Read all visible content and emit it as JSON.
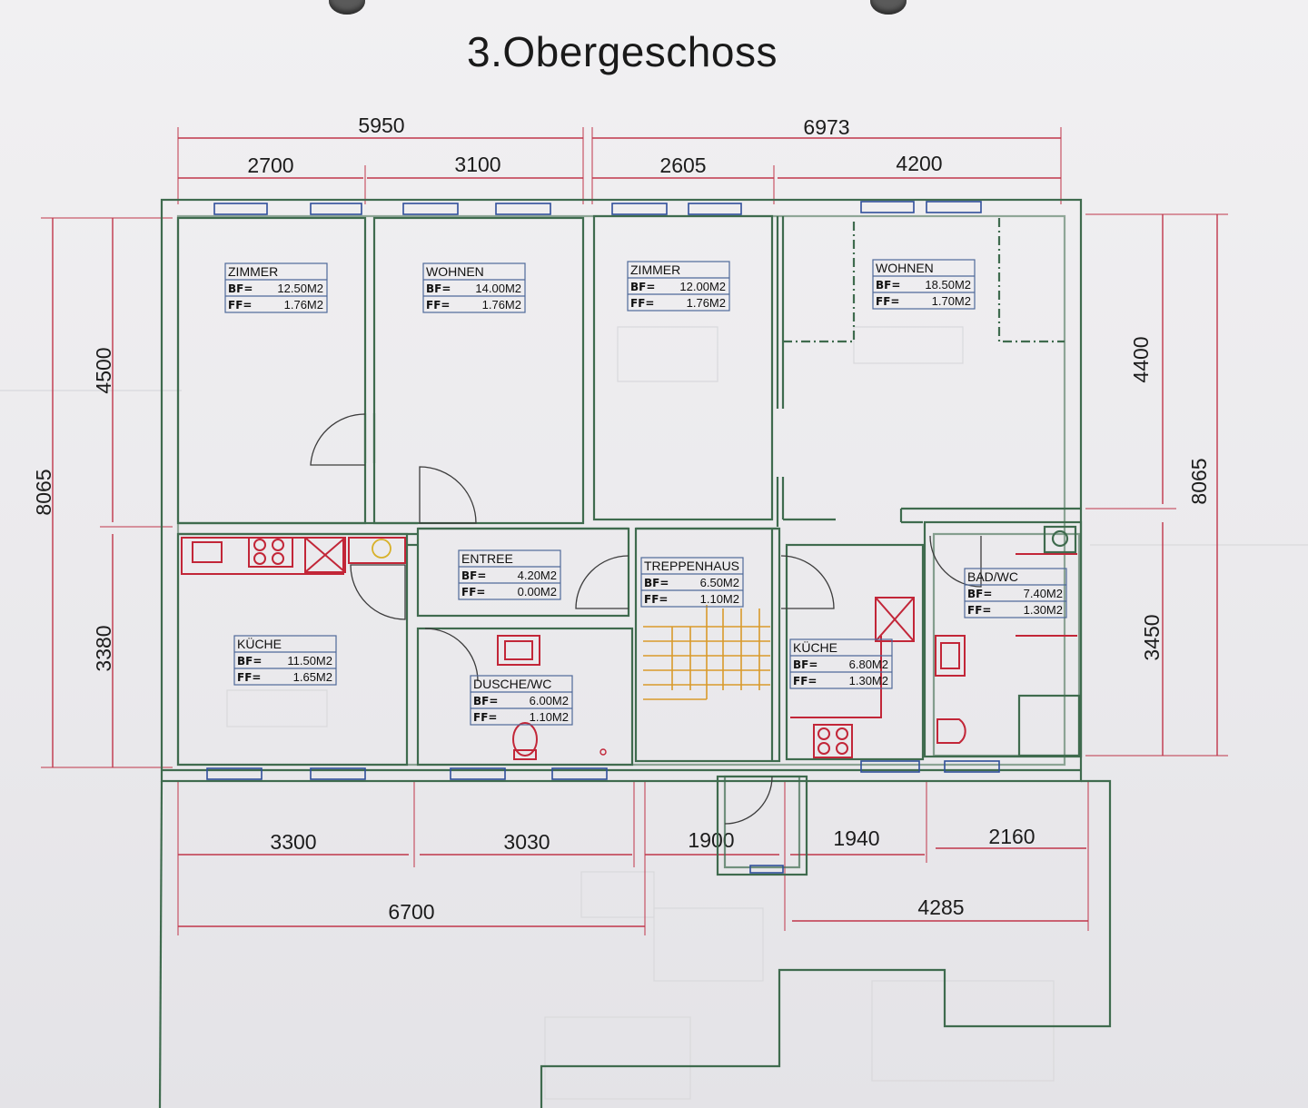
{
  "title": "3.Obergeschoss",
  "dimensions": {
    "top_total_left": "5950",
    "top_total_right": "6973",
    "top_left_1": "2700",
    "top_left_2": "3100",
    "top_right_1": "2605",
    "top_right_2": "4200",
    "bottom_1": "3300",
    "bottom_2": "3030",
    "bottom_3": "1900",
    "bottom_4": "1940",
    "bottom_5": "2160",
    "bottom_total_left": "6700",
    "bottom_total_right": "4285",
    "left_total": "8065",
    "left_upper": "4500",
    "left_lower": "3380",
    "right_total": "8065",
    "right_upper": "4400",
    "right_lower": "3450"
  },
  "rooms": [
    {
      "name": "ZIMMER",
      "bf_label": "BF=",
      "bf": "12.50M2",
      "ff_label": "FF=",
      "ff": "1.76M2"
    },
    {
      "name": "WOHNEN",
      "bf_label": "BF=",
      "bf": "14.00M2",
      "ff_label": "FF=",
      "ff": "1.76M2"
    },
    {
      "name": "ZIMMER",
      "bf_label": "BF=",
      "bf": "12.00M2",
      "ff_label": "FF=",
      "ff": "1.76M2"
    },
    {
      "name": "WOHNEN",
      "bf_label": "BF=",
      "bf": "18.50M2",
      "ff_label": "FF=",
      "ff": "1.70M2"
    },
    {
      "name": "ENTREE",
      "bf_label": "BF=",
      "bf": "4.20M2",
      "ff_label": "FF=",
      "ff": "0.00M2"
    },
    {
      "name": "TREPPENHAUS",
      "bf_label": "BF=",
      "bf": "6.50M2",
      "ff_label": "FF=",
      "ff": "1.10M2"
    },
    {
      "name": "BAD/WC",
      "bf_label": "BF=",
      "bf": "7.40M2",
      "ff_label": "FF=",
      "ff": "1.30M2"
    },
    {
      "name": "KÜCHE",
      "bf_label": "BF=",
      "bf": "11.50M2",
      "ff_label": "FF=",
      "ff": "1.65M2"
    },
    {
      "name": "DUSCHE/WC",
      "bf_label": "BF=",
      "bf": "6.00M2",
      "ff_label": "FF=",
      "ff": "1.10M2"
    },
    {
      "name": "KÜCHE",
      "bf_label": "BF=",
      "bf": "6.80M2",
      "ff_label": "FF=",
      "ff": "1.30M2"
    }
  ],
  "colors": {
    "wall": "#3f6b4e",
    "dimension": "#c0364a",
    "window": "#2f4f9a",
    "fixture": "#c22638",
    "stairs": "#d99a2b"
  }
}
